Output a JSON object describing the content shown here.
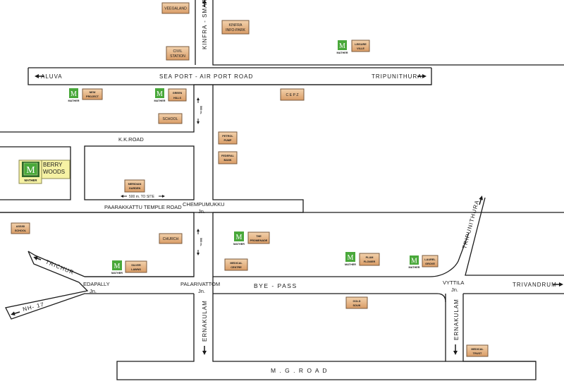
{
  "roads": {
    "seaport": "SEA PORT - AIR PORT ROAD",
    "aluva": "ALUVA",
    "tripunithura": "TRIPUNITHURA",
    "kinfra_city": "KINFRA - SMART CITY",
    "kk_road": "K.K.ROAD",
    "paarakkattu": "PAARAKKATTU TEMPLE ROAD",
    "chempumukku": "CHEMPUMUKKU",
    "chempumukku_jn": "Jn.",
    "bypass": "BYE - PASS",
    "edapally": "EDAPALLY",
    "edapally_jn": "Jn.",
    "palarivattom": "PALARIVATTOM",
    "palarivattom_jn": "Jn.",
    "vyttila": "VYTTILA",
    "vyttila_jn": "Jn.",
    "trivandrum": "TRIVANDRUM",
    "trichur": "TRICHUR",
    "nh17": "NH- 17",
    "tripunithura_diag": "TRIPUNITHURA",
    "ernakulam_1": "ERNAKULAM",
    "ernakulam_2": "ERNAKULAM",
    "mg_road": "M . G . R O A D",
    "to_site": "500 m. TO SITE",
    "vert_note_1": "500 m.",
    "vert_note_2": "500 m."
  },
  "places": {
    "veegaland": "VEEGALAND",
    "kinfra_1": "KINFRA",
    "kinfra_2": "INFO-PARK",
    "civil_1": "CIVIL",
    "civil_2": "STATION",
    "leisure_1": "LEISURE",
    "leisure_2": "VILLE",
    "new_project_1": "NEW",
    "new_project_2": "PROJECT",
    "green_hills_1": "GREEN",
    "green_hills_2": "HILLS",
    "school": "SCHOOL",
    "cepz": "C E P Z",
    "petrol_1": "PETROL",
    "petrol_2": "PUMP",
    "federal_1": "FEDERAL",
    "federal_2": "BANK",
    "berry_1": "BERRY",
    "berry_2": "WOODS",
    "meridian_1": "MERIDIAN",
    "meridian_2": "GARDEN",
    "assisi_1": "ASSISI",
    "assisi_2": "SCHOOL",
    "church": "CHURCH",
    "promenade_1": "THE",
    "promenade_2": "PROMENADE",
    "medical_1": "MEDICAL",
    "medical_2": "CENTRE",
    "plum_1": "PLUM",
    "plum_2": "FLOWER",
    "laurel_1": "LAUREL",
    "laurel_2": "GROVE",
    "silver_1": "SILVER",
    "silver_2": "LAWNS",
    "gold_1": "GOLD",
    "gold_2": "SOUK",
    "trust_1": "MEDICAL",
    "trust_2": "TRUST"
  },
  "brand": {
    "logo_letter": "M",
    "logo_word": "MATHER"
  },
  "colors": {
    "label_fill": "#e8b888",
    "label_border": "#7a5a3c",
    "logo_green": "#49a83a",
    "highlight": "#f6f2a4",
    "road_line": "#1a1a1a"
  }
}
